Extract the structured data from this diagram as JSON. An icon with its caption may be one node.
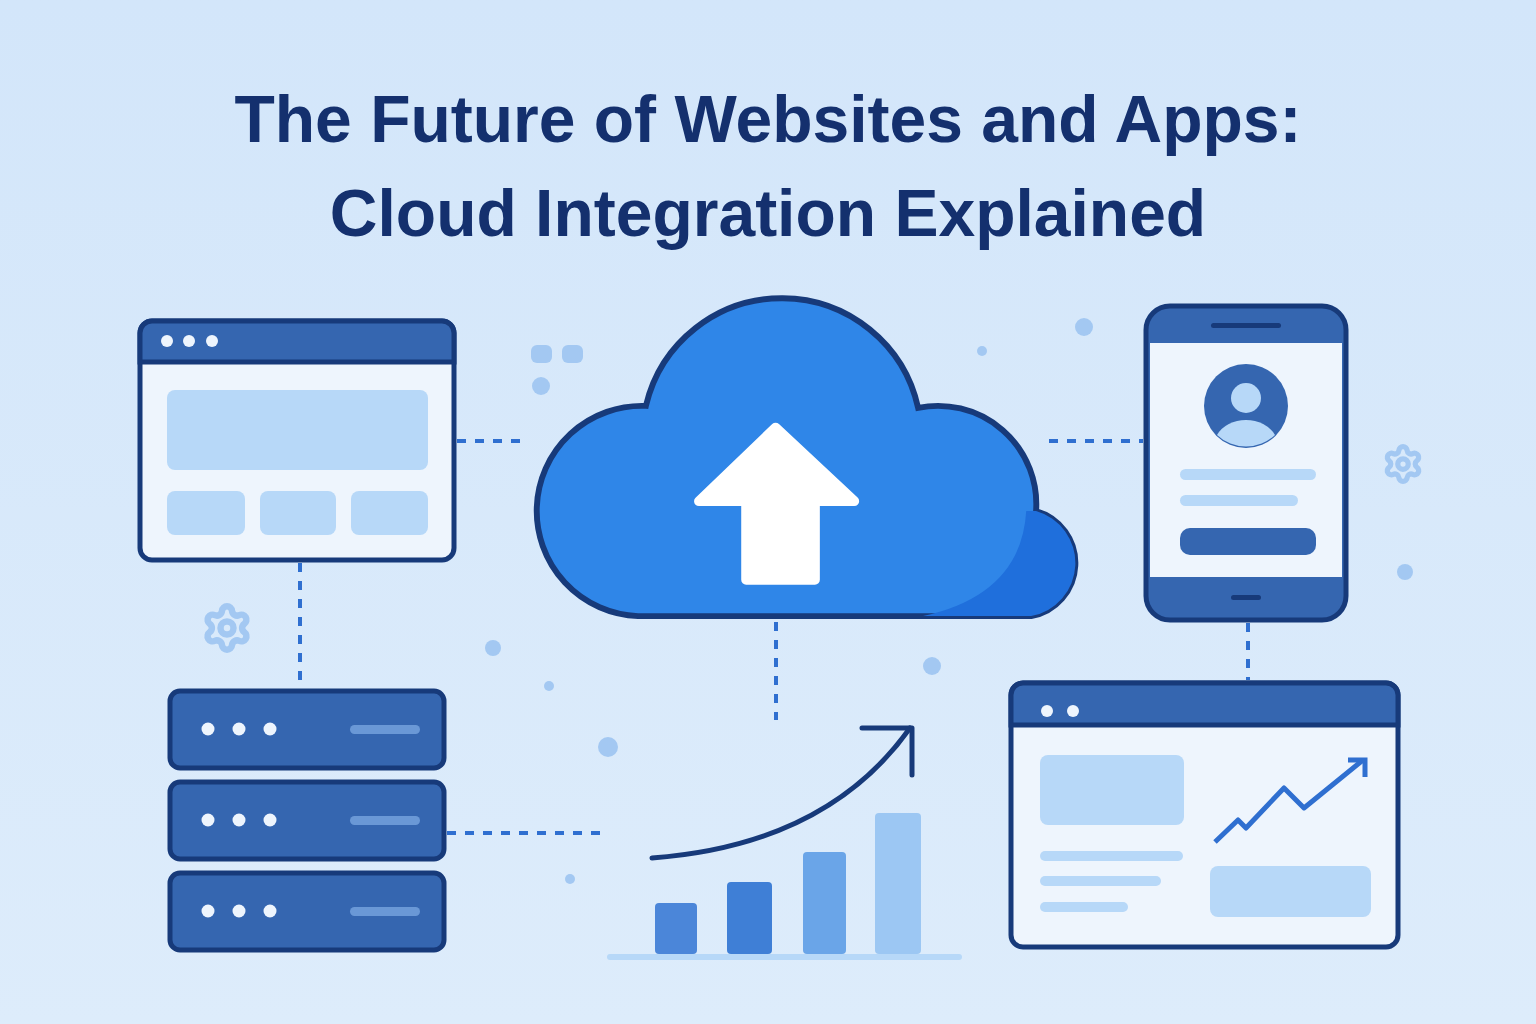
{
  "diagram": {
    "title": "The Future of Websites and Apps: Cloud Integration Explained",
    "nodes": [
      {
        "text": [],
        "shape": "picture"
      },
      {
        "text": [],
        "shape": "cloud"
      },
      {
        "text": [],
        "shape": "picture"
      },
      {
        "text": [],
        "shape": "picture"
      },
      {
        "text": [],
        "shape": "picture"
      },
      {
        "text": [],
        "shape": "picture"
      }
    ],
    "edges": [
      {
        "from": 0,
        "to": 1,
        "arrow": "none",
        "style": "dashed"
      },
      {
        "from": 1,
        "to": 2,
        "arrow": "none",
        "style": "dashed"
      },
      {
        "from": 0,
        "to": 3,
        "arrow": "none",
        "style": "dashed"
      },
      {
        "from": 3,
        "to": 4,
        "arrow": "none",
        "style": "dashed"
      },
      {
        "from": 1,
        "to": 4,
        "arrow": "none",
        "style": "dashed"
      },
      {
        "from": 2,
        "to": 5,
        "arrow": "none",
        "style": "dashed"
      }
    ]
  }
}
